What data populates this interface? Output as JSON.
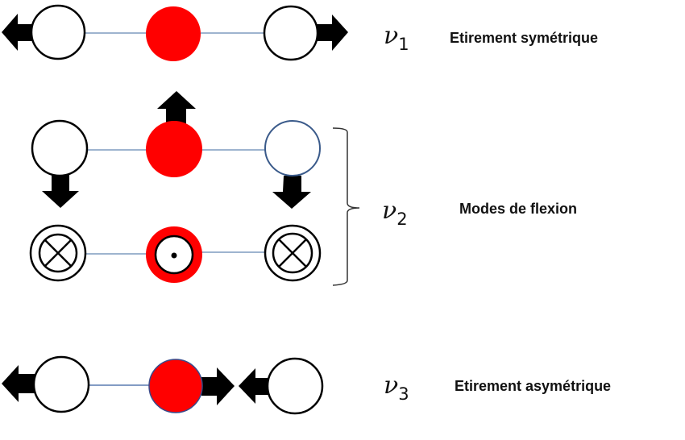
{
  "diagram": {
    "type": "vibrational-modes",
    "colors": {
      "central_atom": "#ff0000",
      "outer_atom_fill": "#ffffff",
      "outer_atom_stroke": "#000000",
      "outer_atom_stroke_alt": "#3a5a8a",
      "bond": "#7f9cbf",
      "arrow": "#000000",
      "text": "#111111"
    },
    "modes": [
      {
        "id": "nu1",
        "symbol": "ν",
        "subscript": "1",
        "label": "Etirement symétrique",
        "motion": "outer atoms move outward along bond axis"
      },
      {
        "id": "nu2",
        "symbol": "ν",
        "subscript": "2",
        "label": "Modes de flexion",
        "motion": "bending: in-plane (center up, outer atoms down) and out-of-plane (center out of page, outer atoms into page)"
      },
      {
        "id": "nu3",
        "symbol": "ν",
        "subscript": "3",
        "label": "Etirement asymétrique",
        "motion": "center atom moves right, left outer atom moves left, right outer atom moves left"
      }
    ]
  }
}
